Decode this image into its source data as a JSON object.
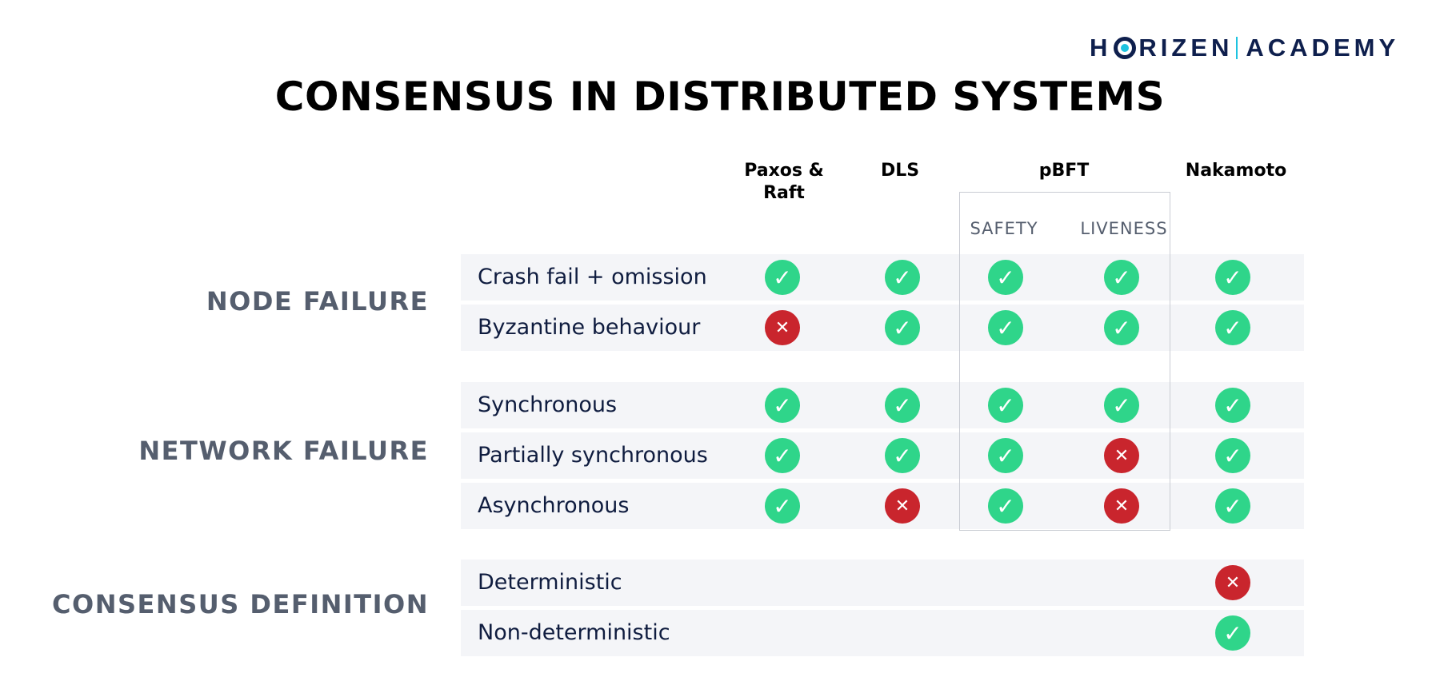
{
  "logo": {
    "part1": "H",
    "part2": "RIZEN",
    "part3": "ACADEMY"
  },
  "title": "CONSENSUS IN DISTRIBUTED SYSTEMS",
  "columns": [
    {
      "label_line1": "Paxos &",
      "label_line2": "Raft"
    },
    {
      "label_line1": "DLS",
      "label_line2": ""
    },
    {
      "label_line1": "pBFT",
      "label_line2": ""
    },
    {
      "label_line1": "Nakamoto",
      "label_line2": ""
    }
  ],
  "pbft_subcolumns": [
    "SAFETY",
    "LIVENESS"
  ],
  "groups": [
    {
      "label": "NODE FAILURE",
      "rows": [
        {
          "label": "Crash fail + omission",
          "marks": [
            "yes",
            "yes",
            "yes",
            "yes",
            "yes"
          ]
        },
        {
          "label": "Byzantine behaviour",
          "marks": [
            "no",
            "yes",
            "yes",
            "yes",
            "yes"
          ]
        }
      ]
    },
    {
      "label": "NETWORK FAILURE",
      "rows": [
        {
          "label": "Synchronous",
          "marks": [
            "yes",
            "yes",
            "yes",
            "yes",
            "yes"
          ]
        },
        {
          "label": "Partially synchronous",
          "marks": [
            "yes",
            "yes",
            "yes",
            "no",
            "yes"
          ]
        },
        {
          "label": "Asynchronous",
          "marks": [
            "yes",
            "no",
            "yes",
            "no",
            "yes"
          ]
        }
      ]
    },
    {
      "label": "CONSENSUS DEFINITION",
      "rows": [
        {
          "label": "Deterministic",
          "marks": [
            "",
            "",
            "",
            "",
            "no"
          ]
        },
        {
          "label": "Non-deterministic",
          "marks": [
            "",
            "",
            "",
            "",
            "yes"
          ]
        }
      ]
    }
  ],
  "symbols": {
    "yes": "✓",
    "no": "✕"
  },
  "colors": {
    "yes": "#2fd58a",
    "no": "#c9252d",
    "accent": "#1ec3e0"
  }
}
